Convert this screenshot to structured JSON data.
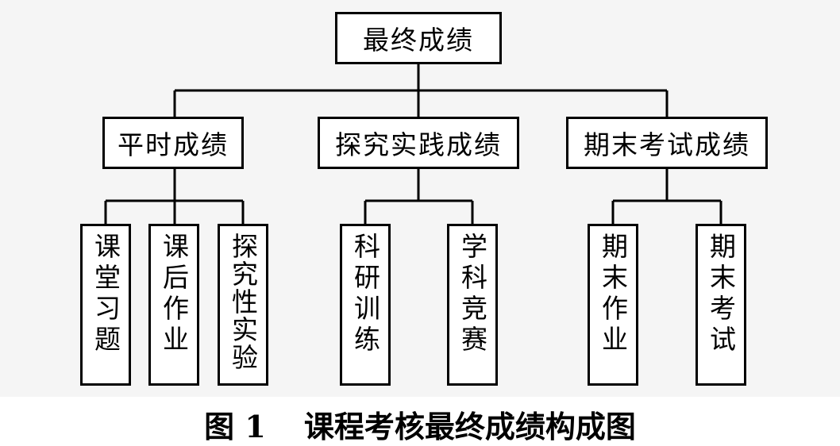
{
  "root": {
    "label": "最终成绩"
  },
  "level2": [
    {
      "label": "平时成绩"
    },
    {
      "label": "探究实践成绩"
    },
    {
      "label": "期末考试成绩"
    }
  ],
  "leaves": [
    {
      "label": "课堂习题"
    },
    {
      "label": "课后作业"
    },
    {
      "label": "探究性实验"
    },
    {
      "label": "科研训练"
    },
    {
      "label": "学科竞赛"
    },
    {
      "label": "期末作业"
    },
    {
      "label": "期末考试"
    }
  ],
  "caption": {
    "figure_label": "图 1",
    "title": "课程考核最终成绩构成图"
  }
}
